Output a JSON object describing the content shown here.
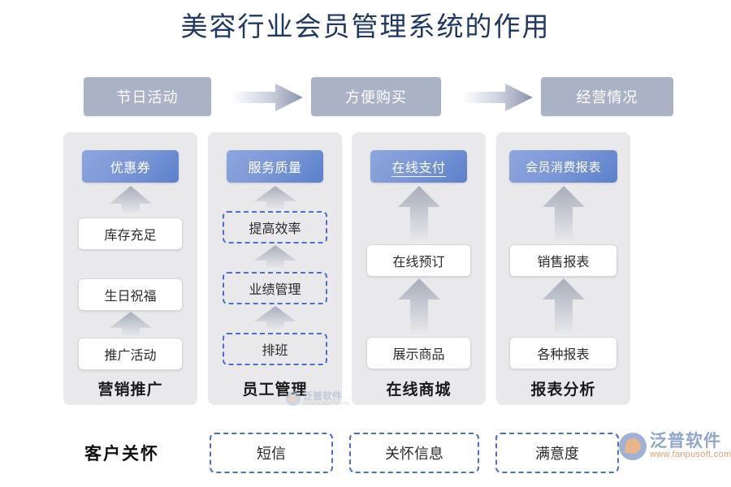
{
  "page": {
    "title": "美容行业会员管理系统的作用"
  },
  "top_flow": {
    "steps": [
      {
        "label": "节日活动"
      },
      {
        "label": "方便购买"
      },
      {
        "label": "经营情况"
      }
    ],
    "arrow_icon": "right-arrow-icon",
    "box_color": "#aab2c5"
  },
  "columns": [
    {
      "id": "marketing",
      "header": "优惠券",
      "header_underline": false,
      "cell_style": "solid",
      "cells": [
        {
          "label": "库存充足",
          "arrow_above": true
        },
        {
          "label": "生日祝福",
          "arrow_above": false
        },
        {
          "label": "推广活动",
          "arrow_above": true
        }
      ],
      "footer": "营销推广"
    },
    {
      "id": "staff",
      "header": "服务质量",
      "header_underline": false,
      "cell_style": "dashed",
      "cells": [
        {
          "label": "提高效率",
          "arrow_above": true
        },
        {
          "label": "业绩管理",
          "arrow_above": true
        },
        {
          "label": "排班",
          "arrow_above": true
        }
      ],
      "footer": "员工管理"
    },
    {
      "id": "online-mall",
      "header": "在线支付",
      "header_underline": true,
      "cell_style": "solid",
      "cells": [
        {
          "label": "在线预订",
          "arrow_above": true
        },
        {
          "label": "展示商品",
          "arrow_above": true
        }
      ],
      "footer": "在线商城"
    },
    {
      "id": "reports",
      "header": "会员消费报表",
      "header_underline": false,
      "cell_style": "solid",
      "cells": [
        {
          "label": "销售报表",
          "arrow_above": true
        },
        {
          "label": "各种报表",
          "arrow_above": true
        }
      ],
      "footer": "报表分析"
    }
  ],
  "care_row": {
    "label": "客户关怀",
    "items": [
      {
        "label": "短信"
      },
      {
        "label": "关怀信息"
      },
      {
        "label": "满意度"
      }
    ]
  },
  "watermark": {
    "brand": "泛普软件",
    "url": "www.fanpusoft.com",
    "brand_small": "泛普软件",
    "sub_small": "FANPU SOFTWARE",
    "logo_icon": "fanpu-logo-icon"
  },
  "colors": {
    "title": "#1f3864",
    "panel_bg": "#e9e9eb",
    "header_blue_light": "#8ea6de",
    "header_blue_dark": "#5a80ca",
    "dashed_border": "#4a6fd4",
    "top_box": "#aab2c5"
  }
}
